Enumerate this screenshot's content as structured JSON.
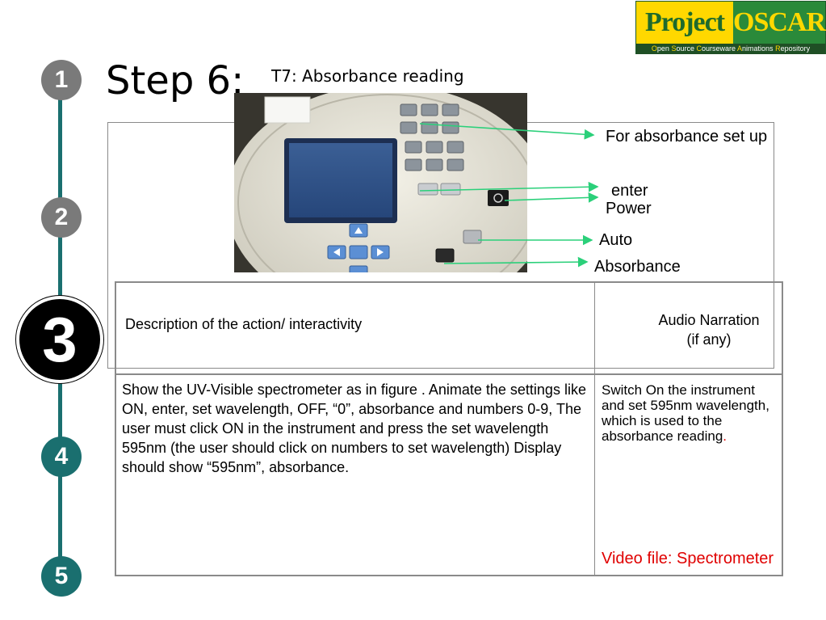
{
  "logo": {
    "word1": "Project",
    "word2": "OSCAR",
    "subtitle_parts": [
      "O",
      "pen ",
      "S",
      "ource ",
      "C",
      "ourseware ",
      "A",
      "nimations ",
      "R",
      "epository"
    ]
  },
  "steps": [
    "1",
    "2",
    "3",
    "4",
    "5"
  ],
  "title": "Step 6:",
  "subtitle": "T7: Absorbance reading",
  "callouts": {
    "setup": "For absorbance  set up",
    "enter": "enter",
    "power": "Power",
    "auto": "Auto",
    "absorbance": "Absorbance"
  },
  "table": {
    "header_desc": "Description of the action/ interactivity",
    "header_audio_line1": "Audio Narration",
    "header_audio_line2": "(if any)",
    "body_desc": "Show the UV-Visible spectrometer as in figure . Animate the settings like ON, enter, set wavelength, OFF, “0”, absorbance and numbers 0-9, The user must  click ON in  the instrument and press the set wavelength 595nm (the user should click on numbers to set wavelength) Display should show “595nm”, absorbance.",
    "body_audio": "Switch On the instrument  and set 595nm wavelength, which is used to the absorbance reading",
    "body_audio_end": ".",
    "video_file": "Video file: Spectrometer"
  },
  "colors": {
    "accent_teal": "#1a6f6f",
    "inactive_grey": "#7a7a7a",
    "arrow_green": "#2bd07a",
    "alert_red": "#e00000"
  }
}
